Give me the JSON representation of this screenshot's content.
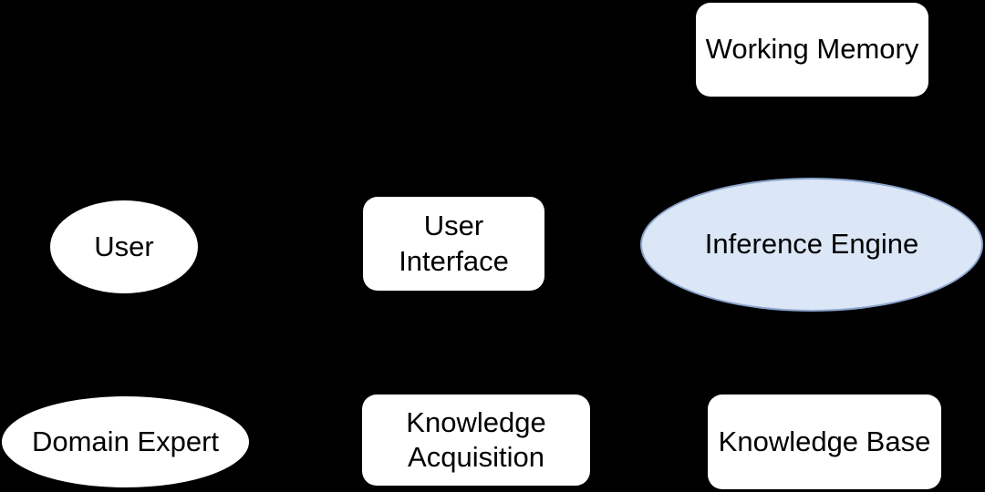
{
  "diagram": {
    "description": "Expert system architecture diagram on black background",
    "background_color": "#000000",
    "default_node_fill": "#ffffff",
    "node_text_color": "#000000",
    "highlight_fill": "#dbe6f6",
    "highlight_border": "#8aa3cc",
    "nodes": {
      "working_memory": {
        "label": "Working Memory",
        "shape": "rounded-rectangle",
        "fill": "#ffffff"
      },
      "user": {
        "label": "User",
        "shape": "ellipse",
        "fill": "#ffffff"
      },
      "user_interface": {
        "label": "User\nInterface",
        "shape": "rounded-rectangle",
        "fill": "#ffffff"
      },
      "inference_engine": {
        "label": "Inference Engine",
        "shape": "ellipse",
        "fill": "#dbe6f6",
        "border": "#8aa3cc"
      },
      "domain_expert": {
        "label": "Domain Expert",
        "shape": "ellipse",
        "fill": "#ffffff"
      },
      "knowledge_acquisition": {
        "label": "Knowledge\nAcquisition",
        "shape": "rounded-rectangle",
        "fill": "#ffffff"
      },
      "knowledge_base": {
        "label": "Knowledge Base",
        "shape": "rounded-rectangle",
        "fill": "#ffffff"
      }
    }
  }
}
